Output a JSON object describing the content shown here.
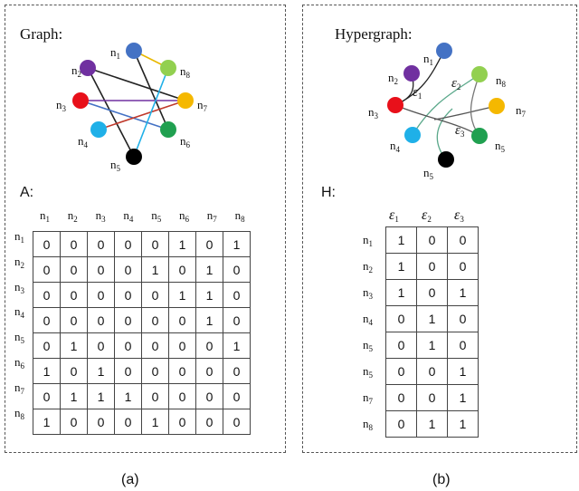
{
  "panel_a": {
    "title": "Graph:",
    "matrix_label": "A:",
    "nodes": [
      {
        "id": "n1",
        "name": "n",
        "sub": "1",
        "color": "#4472c4"
      },
      {
        "id": "n2",
        "name": "n",
        "sub": "2",
        "color": "#7030a0"
      },
      {
        "id": "n3",
        "name": "n",
        "sub": "3",
        "color": "#e8101a"
      },
      {
        "id": "n4",
        "name": "n",
        "sub": "4",
        "color": "#1fb0e8"
      },
      {
        "id": "n5",
        "name": "n",
        "sub": "5",
        "color": "#000000"
      },
      {
        "id": "n6",
        "name": "n",
        "sub": "6",
        "color": "#20a050"
      },
      {
        "id": "n7",
        "name": "n",
        "sub": "7",
        "color": "#f5b800"
      },
      {
        "id": "n8",
        "name": "n",
        "sub": "8",
        "color": "#92d050"
      }
    ],
    "edges": [
      {
        "from": "n1",
        "to": "n6",
        "color": "#222222"
      },
      {
        "from": "n1",
        "to": "n8",
        "color": "#e8b800"
      },
      {
        "from": "n2",
        "to": "n7",
        "color": "#222222"
      },
      {
        "from": "n2",
        "to": "n5",
        "color": "#222222"
      },
      {
        "from": "n3",
        "to": "n7",
        "color": "#7030a0"
      },
      {
        "from": "n3",
        "to": "n6",
        "color": "#4472c4"
      },
      {
        "from": "n4",
        "to": "n7",
        "color": "#c0392b"
      },
      {
        "from": "n5",
        "to": "n8",
        "color": "#1fb0e8"
      }
    ],
    "col_headers": [
      {
        "name": "n",
        "sub": "1"
      },
      {
        "name": "n",
        "sub": "2"
      },
      {
        "name": "n",
        "sub": "3"
      },
      {
        "name": "n",
        "sub": "4"
      },
      {
        "name": "n",
        "sub": "5"
      },
      {
        "name": "n",
        "sub": "6"
      },
      {
        "name": "n",
        "sub": "7"
      },
      {
        "name": "n",
        "sub": "8"
      }
    ],
    "row_headers": [
      {
        "name": "n",
        "sub": "1"
      },
      {
        "name": "n",
        "sub": "2"
      },
      {
        "name": "n",
        "sub": "3"
      },
      {
        "name": "n",
        "sub": "4"
      },
      {
        "name": "n",
        "sub": "5"
      },
      {
        "name": "n",
        "sub": "6"
      },
      {
        "name": "n",
        "sub": "7"
      },
      {
        "name": "n",
        "sub": "8"
      }
    ],
    "matrix": [
      [
        "0",
        "0",
        "0",
        "0",
        "0",
        "1",
        "0",
        "1"
      ],
      [
        "0",
        "0",
        "0",
        "0",
        "1",
        "0",
        "1",
        "0"
      ],
      [
        "0",
        "0",
        "0",
        "0",
        "0",
        "1",
        "1",
        "0"
      ],
      [
        "0",
        "0",
        "0",
        "0",
        "0",
        "0",
        "1",
        "0"
      ],
      [
        "0",
        "1",
        "0",
        "0",
        "0",
        "0",
        "0",
        "1"
      ],
      [
        "1",
        "0",
        "1",
        "0",
        "0",
        "0",
        "0",
        "0"
      ],
      [
        "0",
        "1",
        "1",
        "1",
        "0",
        "0",
        "0",
        "0"
      ],
      [
        "1",
        "0",
        "0",
        "0",
        "1",
        "0",
        "0",
        "0"
      ]
    ],
    "caption": "(a)"
  },
  "panel_b": {
    "title": "Hypergraph:",
    "matrix_label": "H:",
    "nodes": [
      {
        "id": "n1",
        "name": "n",
        "sub": "1",
        "color": "#4472c4"
      },
      {
        "id": "n2",
        "name": "n",
        "sub": "2",
        "color": "#7030a0"
      },
      {
        "id": "n3",
        "name": "n",
        "sub": "3",
        "color": "#e8101a"
      },
      {
        "id": "n4",
        "name": "n",
        "sub": "4",
        "color": "#1fb0e8"
      },
      {
        "id": "n5",
        "name": "n",
        "sub": "5",
        "color": "#000000"
      },
      {
        "id": "n6",
        "name": "n",
        "sub": "5",
        "color": "#20a050"
      },
      {
        "id": "n7",
        "name": "n",
        "sub": "7",
        "color": "#f5b800"
      },
      {
        "id": "n8",
        "name": "n",
        "sub": "8",
        "color": "#92d050"
      }
    ],
    "hyperedge_labels": [
      {
        "name": "ε",
        "sub": "1"
      },
      {
        "name": "ε",
        "sub": "2"
      },
      {
        "name": "ε",
        "sub": "3"
      }
    ],
    "col_headers": [
      {
        "name": "ε",
        "sub": "1"
      },
      {
        "name": "ε",
        "sub": "2"
      },
      {
        "name": "ε",
        "sub": "3"
      }
    ],
    "row_headers": [
      {
        "name": "n",
        "sub": "1"
      },
      {
        "name": "n",
        "sub": "2"
      },
      {
        "name": "n",
        "sub": "3"
      },
      {
        "name": "n",
        "sub": "4"
      },
      {
        "name": "n",
        "sub": "5"
      },
      {
        "name": "n",
        "sub": "5"
      },
      {
        "name": "n",
        "sub": "7"
      },
      {
        "name": "n",
        "sub": "8"
      }
    ],
    "matrix": [
      [
        "1",
        "0",
        "0"
      ],
      [
        "1",
        "0",
        "0"
      ],
      [
        "1",
        "0",
        "1"
      ],
      [
        "0",
        "1",
        "0"
      ],
      [
        "0",
        "1",
        "0"
      ],
      [
        "0",
        "0",
        "1"
      ],
      [
        "0",
        "0",
        "1"
      ],
      [
        "0",
        "1",
        "1"
      ]
    ],
    "caption": "(b)"
  }
}
